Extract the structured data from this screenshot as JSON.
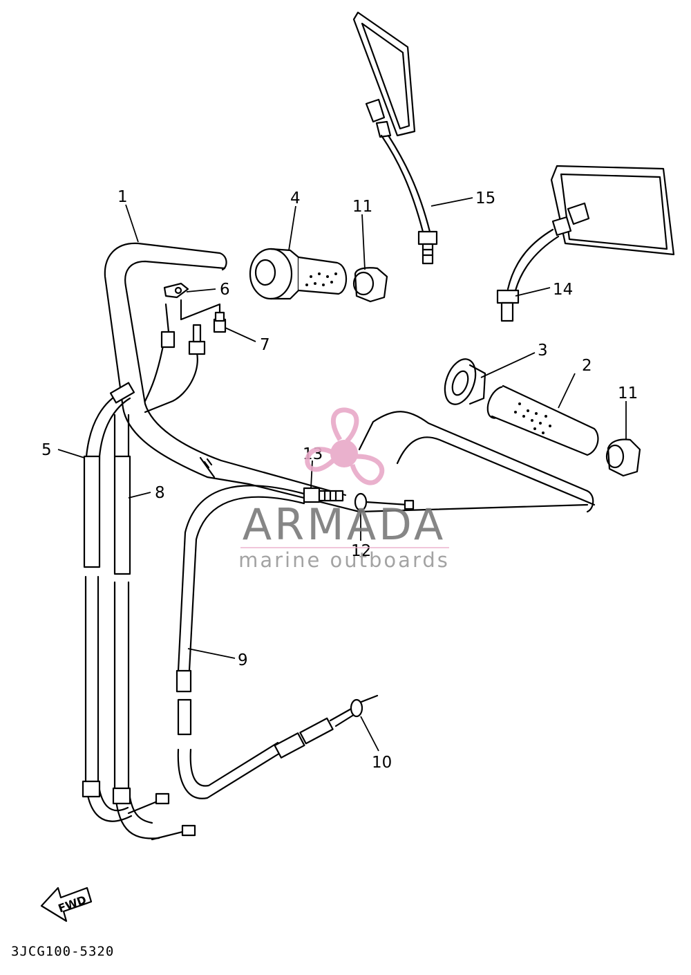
{
  "diagram": {
    "callouts": [
      "1",
      "2",
      "3",
      "4",
      "5",
      "6",
      "7",
      "8",
      "9",
      "10",
      "11",
      "11",
      "12",
      "13",
      "14",
      "15"
    ],
    "part_code": "3JCG100-5320",
    "fwd_label": "FWD"
  },
  "watermark": {
    "brand": "ARMADA",
    "tagline": "marine outboards"
  },
  "colors": {
    "line": "#000000",
    "background": "#ffffff",
    "watermark_text": "#7a7a7a",
    "watermark_tag": "#9a9a9a",
    "watermark_logo": "#e8a9c8",
    "watermark_line": "#e8a9c8"
  }
}
